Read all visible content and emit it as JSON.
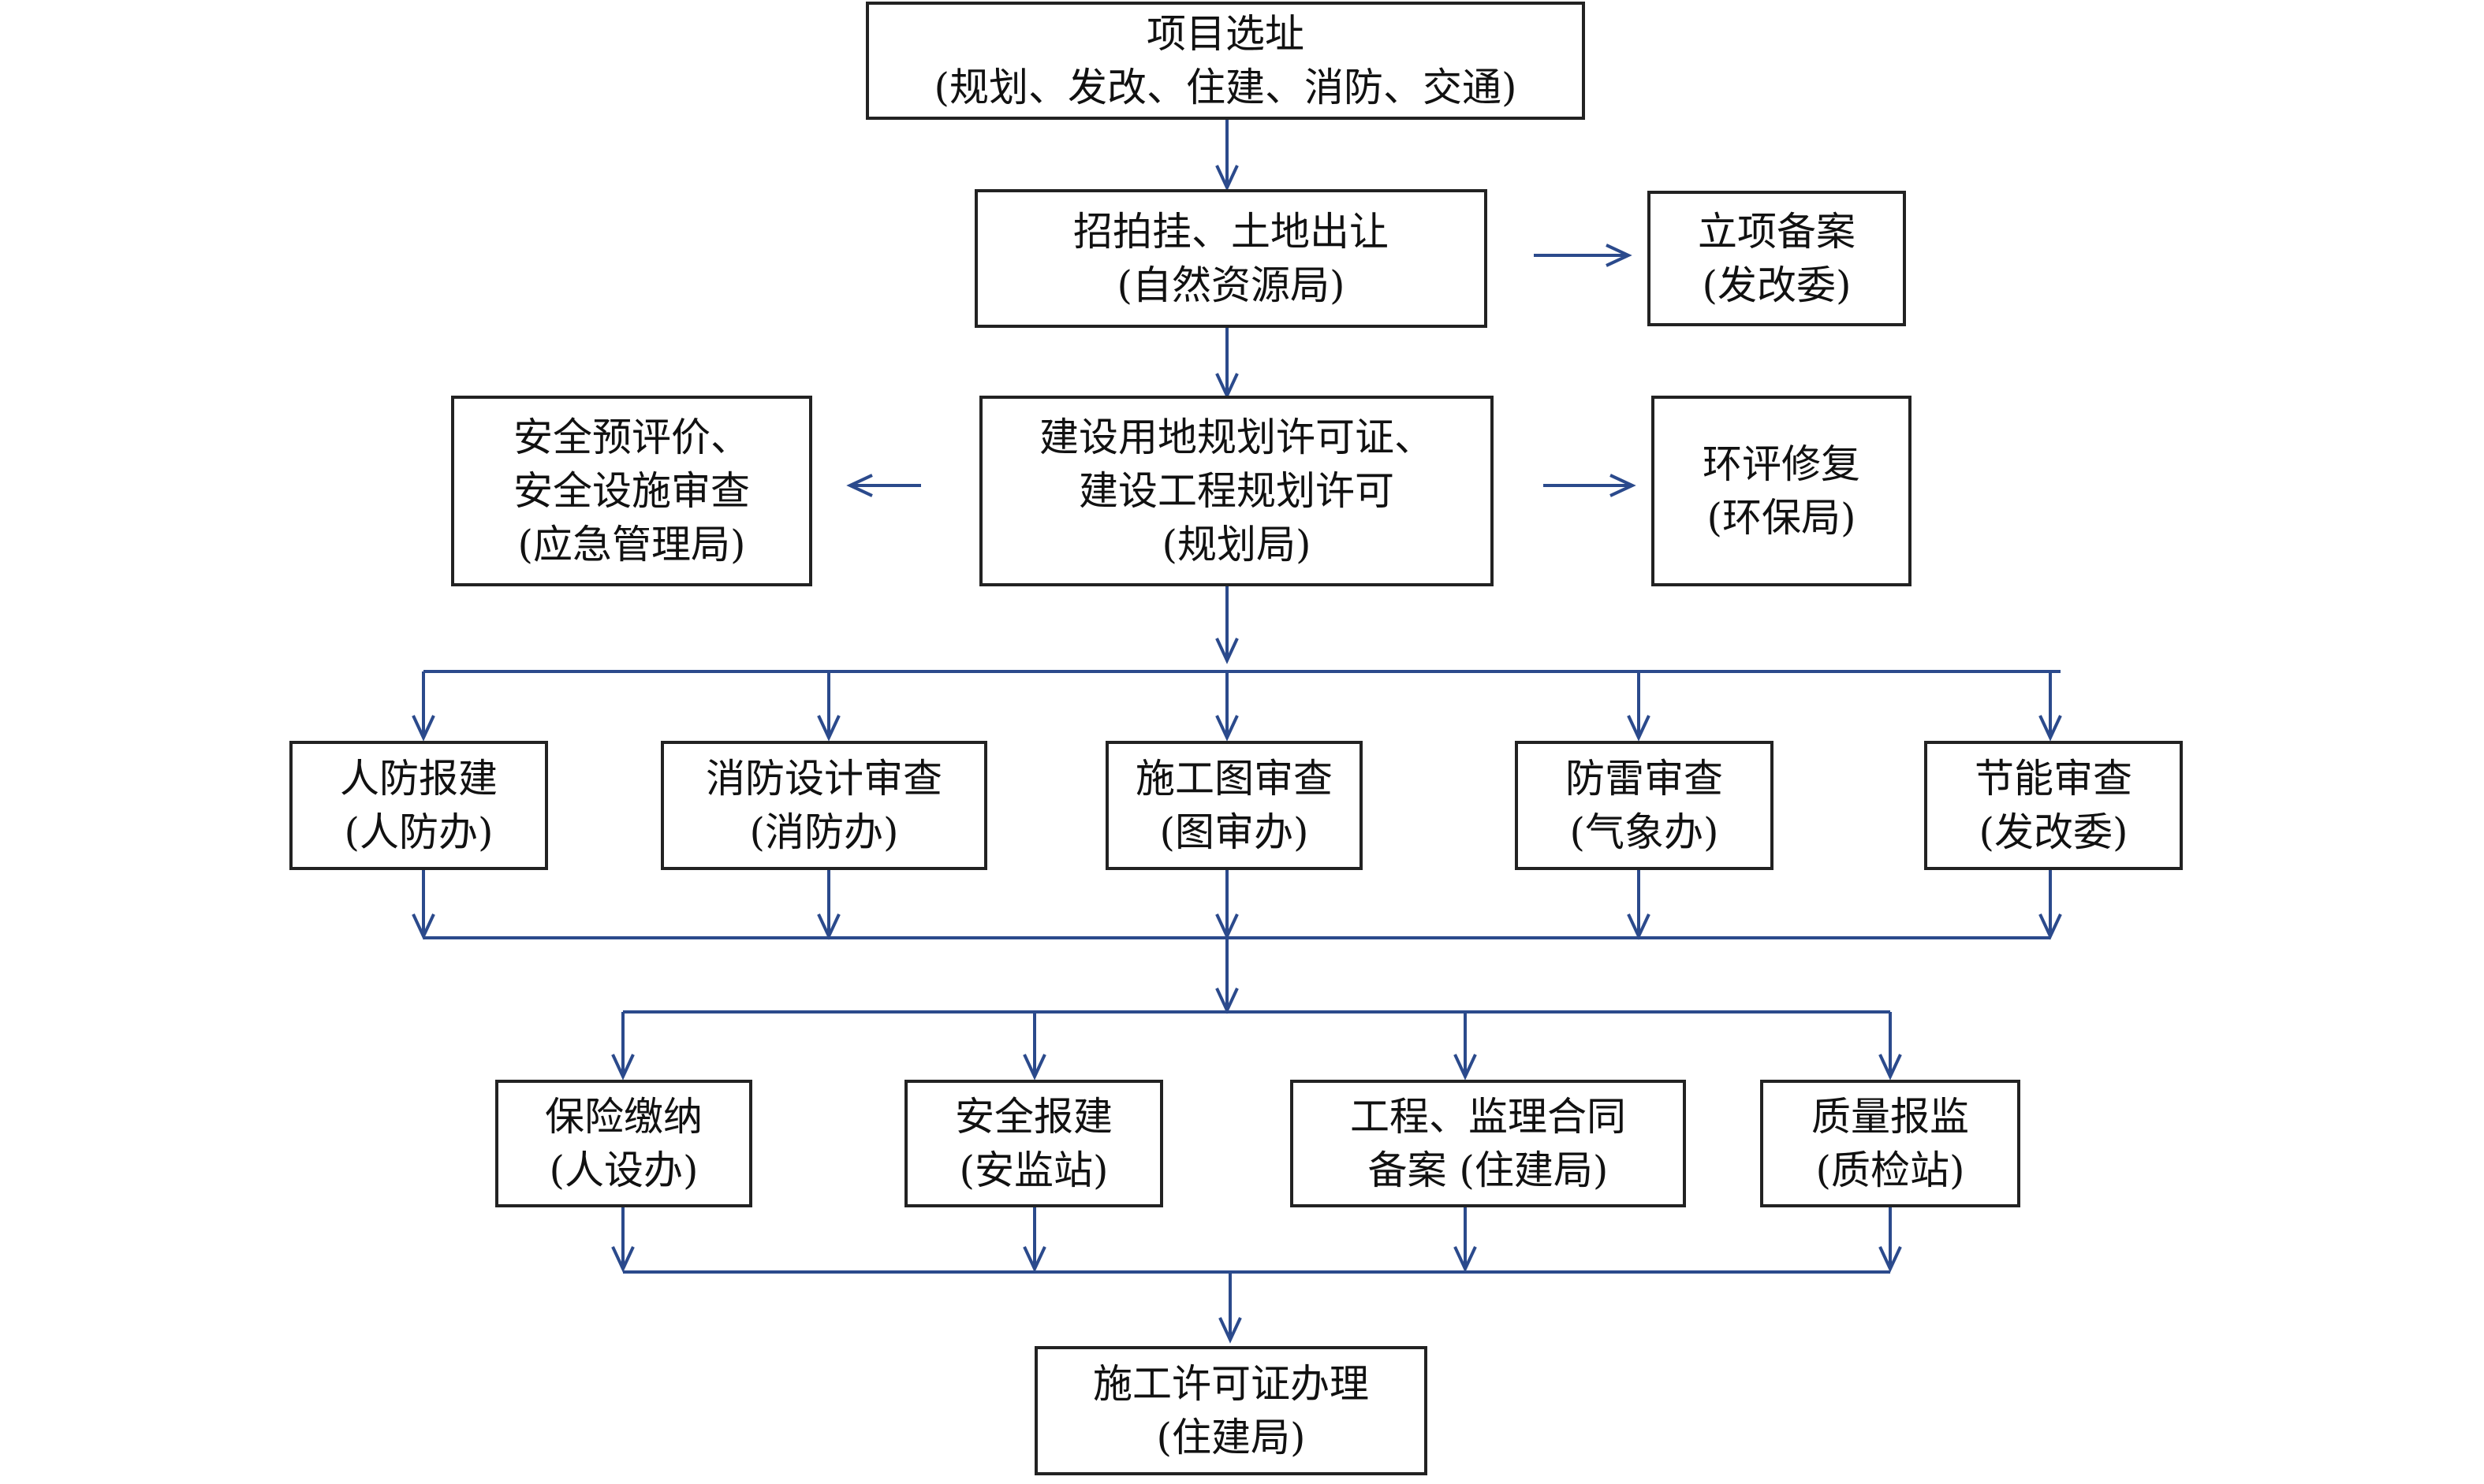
{
  "colors": {
    "connector": "#2b4a8c",
    "box_border": "#222222",
    "text": "#111111"
  },
  "nodes": {
    "site_selection": {
      "line1": "项目选址",
      "line2": "(规划、发改、住建、消防、交通)"
    },
    "land_transfer": {
      "line1": "招拍挂、土地出让",
      "line2": "(自然资源局)"
    },
    "project_filing": {
      "line1": "立项备案",
      "line2": "(发改委)"
    },
    "planning_permit": {
      "line1": "建设用地规划许可证、",
      "line2": "建设工程规划许可",
      "line3": "(规划局)"
    },
    "safety_review": {
      "line1": "安全预评价、",
      "line2": "安全设施审查",
      "line3": "(应急管理局)"
    },
    "env_review": {
      "line1": "环评修复",
      "line2": "(环保局)"
    },
    "civil_defense": {
      "line1": "人防报建",
      "line2": "(人防办)"
    },
    "fire_design": {
      "line1": "消防设计审查",
      "line2": "(消防办)"
    },
    "drawing_review": {
      "line1": "施工图审查",
      "line2": "(图审办)"
    },
    "lightning_review": {
      "line1": "防雷审查",
      "line2": "(气象办)"
    },
    "energy_review": {
      "line1": "节能审查",
      "line2": "(发改委)"
    },
    "insurance": {
      "line1": "保险缴纳",
      "line2": "(人设办)"
    },
    "safety_registration": {
      "line1": "安全报建",
      "line2": "(安监站)"
    },
    "contract_filing": {
      "line1": "工程、监理合同",
      "line2": "备案 (住建局)"
    },
    "quality_supervision": {
      "line1": "质量报监",
      "line2": "(质检站)"
    },
    "construction_permit": {
      "line1": "施工许可证办理",
      "line2": "(住建局)"
    }
  }
}
